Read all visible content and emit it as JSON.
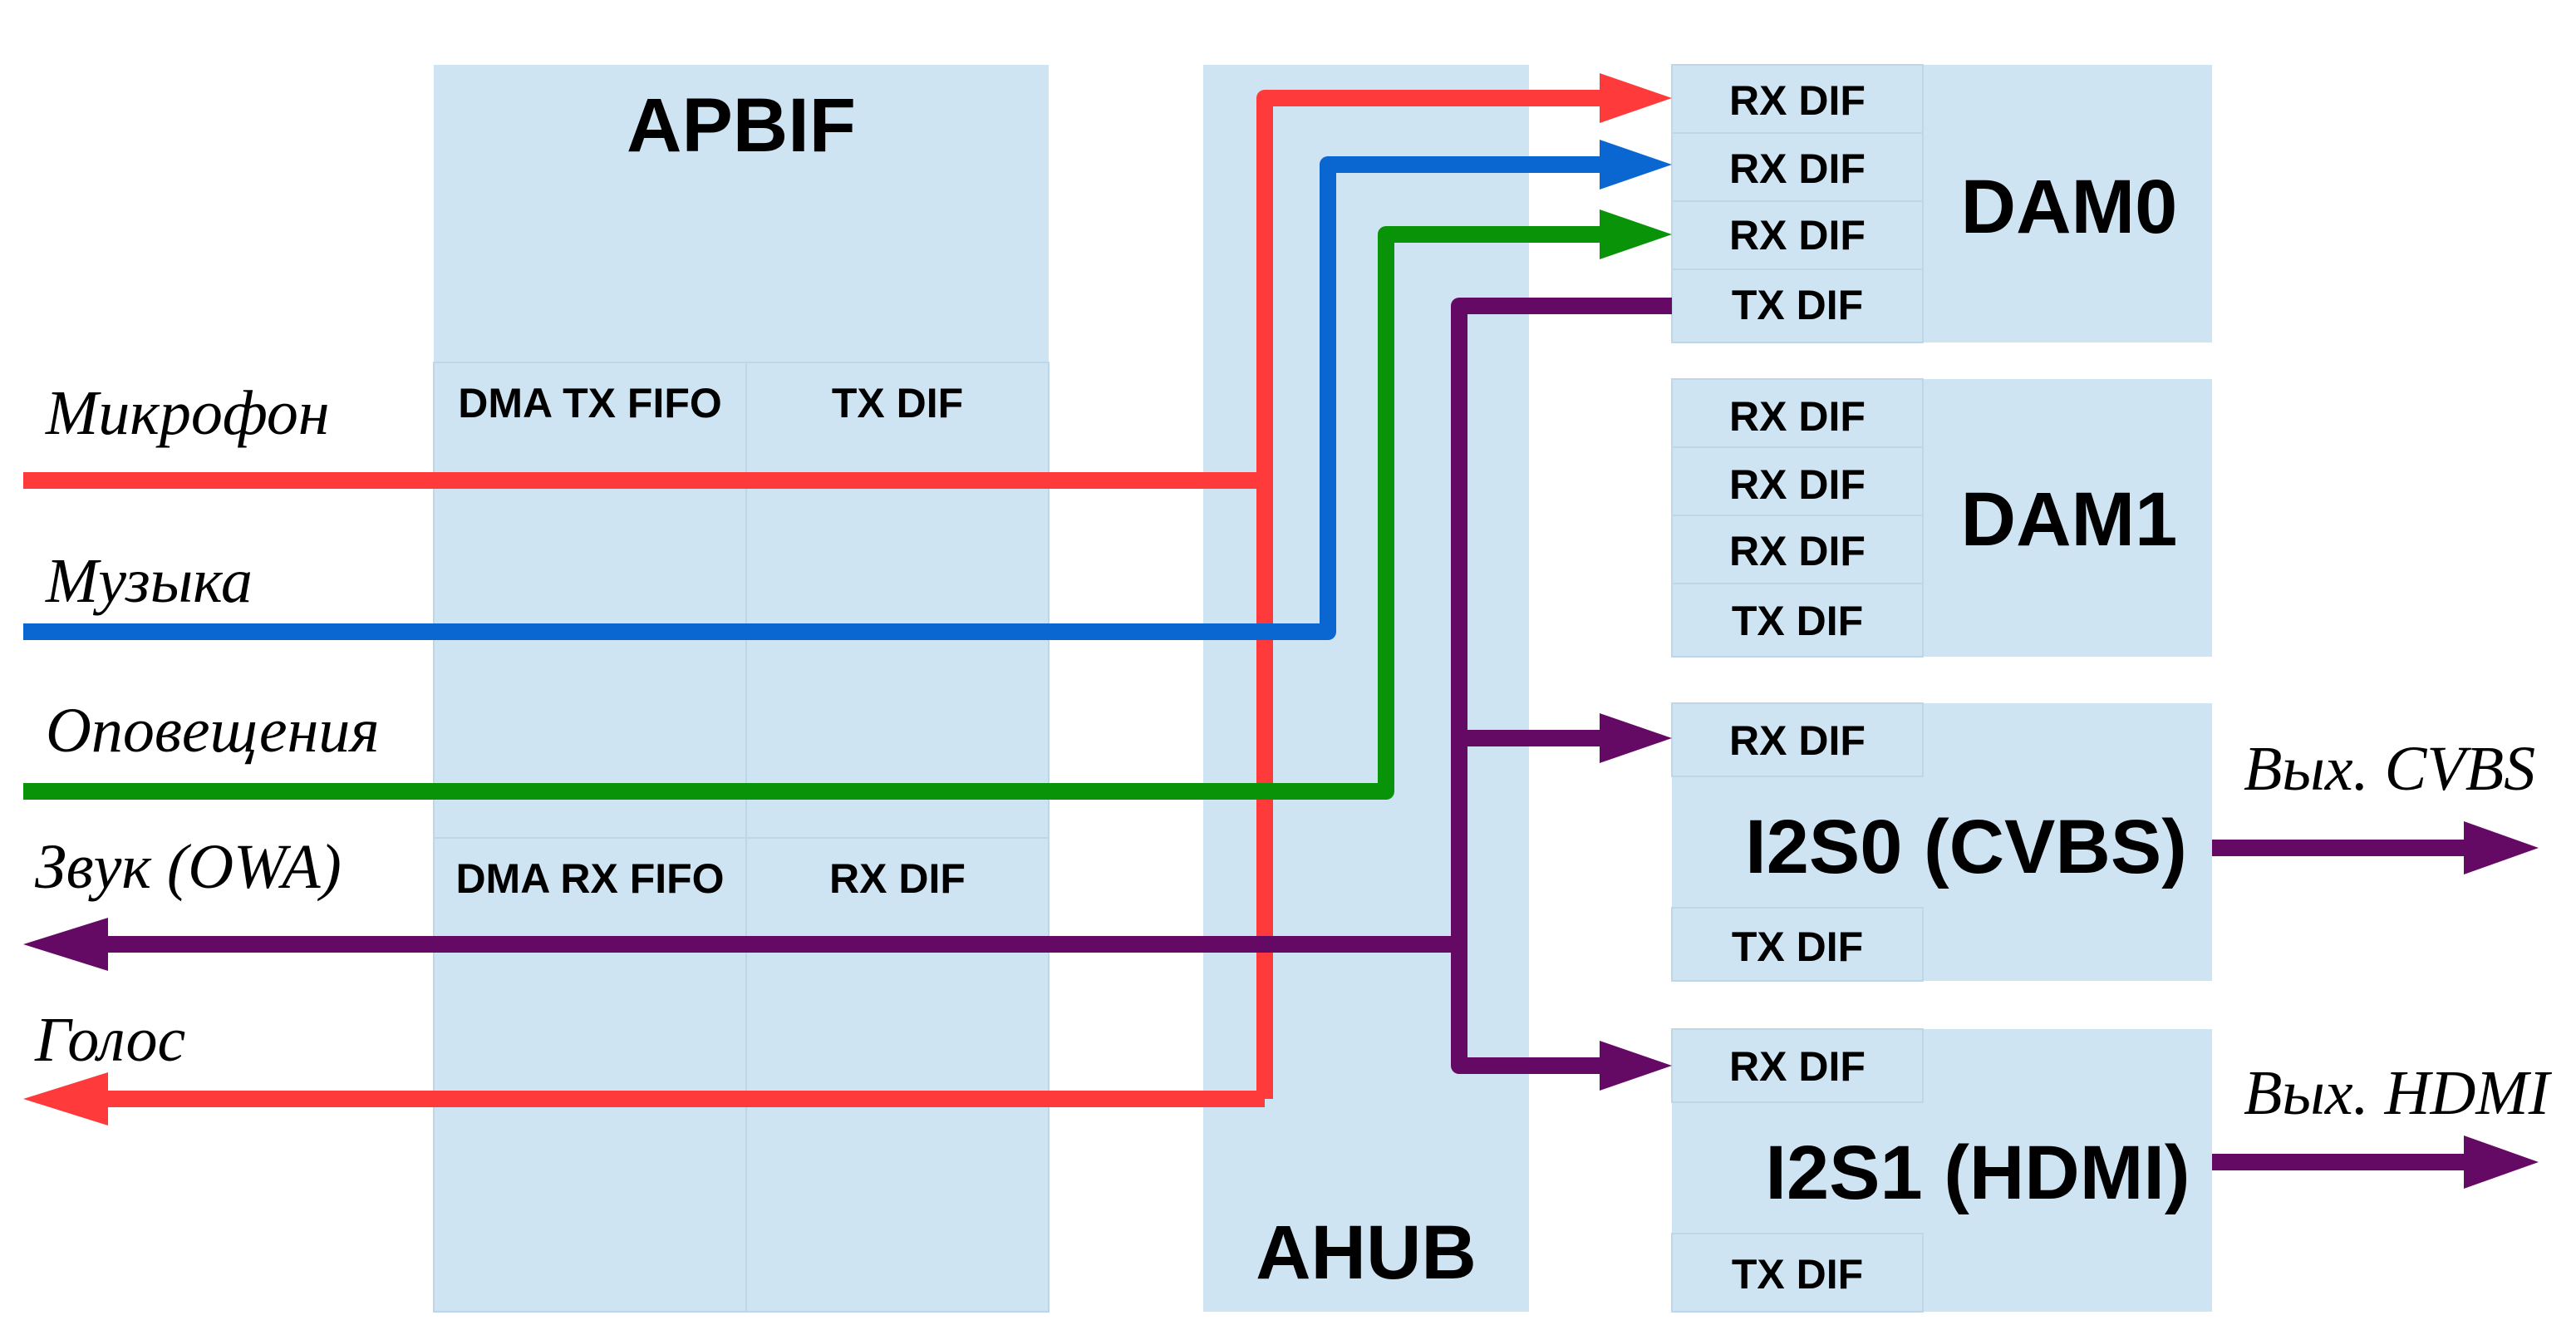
{
  "colors": {
    "block": "#cfe4f3",
    "red": "#ff3a3a",
    "blue": "#0a67d1",
    "green": "#099309",
    "purple": "#650a64"
  },
  "apbif": {
    "title": "APBIF",
    "dma_tx_fifo": "DMA TX FIFO",
    "tx_dif": "TX DIF",
    "dma_rx_fifo": "DMA RX FIFO",
    "rx_dif": "RX DIF"
  },
  "ahub": {
    "title": "AHUB"
  },
  "dam0": {
    "title": "DAM0",
    "ports": [
      "RX DIF",
      "RX DIF",
      "RX DIF",
      "TX DIF"
    ]
  },
  "dam1": {
    "title": "DAM1",
    "ports": [
      "RX DIF",
      "RX DIF",
      "RX DIF",
      "TX DIF"
    ]
  },
  "i2s0": {
    "title": "I2S0 (CVBS)",
    "rx": "RX DIF",
    "tx": "TX DIF",
    "output": "Вых. CVBS"
  },
  "i2s1": {
    "title": "I2S1 (HDMI)",
    "rx": "RX DIF",
    "tx": "TX DIF",
    "output": "Вых. HDMI"
  },
  "inputs": {
    "mic": "Микрофон",
    "music": "Музыка",
    "alerts": "Оповещения",
    "sound_owa": "Звук (OWA)",
    "voice": "Голос"
  }
}
